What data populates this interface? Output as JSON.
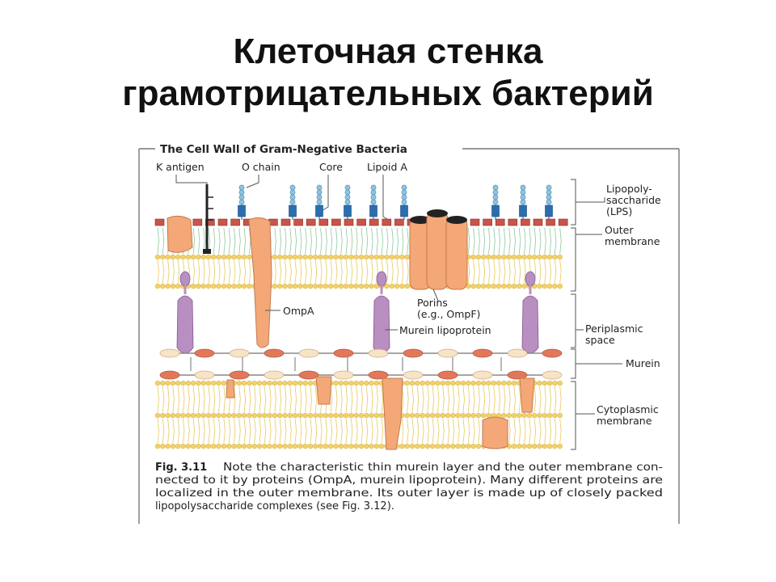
{
  "title": {
    "line1": "Клеточная стенка",
    "line2": "грамотрицательных бактерий"
  },
  "figure": {
    "panel_title": "The Cell Wall of Gram-Negative Bacteria",
    "top_labels": {
      "k_antigen": "K antigen",
      "o_chain": "O chain",
      "core": "Core",
      "lipoid_a": "Lipoid A"
    },
    "right_labels": {
      "lps_line1": "Lipopoly-",
      "lps_line2": "saccharide",
      "lps_line3": "(LPS)",
      "outer_line1": "Outer",
      "outer_line2": "membrane",
      "periplasmic_line1": "Periplasmic",
      "periplasmic_line2": "space",
      "murein": "Murein",
      "cyto_line1": "Cytoplasmic",
      "cyto_line2": "membrane"
    },
    "inner_labels": {
      "ompa": "OmpA",
      "porins_line1": "Porins",
      "porins_line2": "(e.g., OmpF)",
      "murein_lipoprotein": "Murein lipoprotein"
    },
    "caption": {
      "fig_no": "Fig. 3.11",
      "line1": "Note the characteristic thin murein layer and the outer membrane con-",
      "line2": "nected to it by proteins (OmpA, murein lipoprotein). Many different proteins are",
      "line3": "localized in the outer membrane. Its outer layer is made up of closely packed",
      "line4": "lipopolysaccharide complexes (see Fig. 3.12)."
    },
    "colors": {
      "protein": "#f4a877",
      "lipoprotein": "#b98fc2",
      "lps_head": "#c9544a",
      "core_block": "#2a6eb0",
      "o_chain_bead": "#8fc3df",
      "lipid_head": "#f1d16b",
      "lipid_tail": "#8cc79a",
      "murein_red": "#e2785a",
      "murein_cream": "#f7e3c6",
      "line": "#888888"
    }
  }
}
